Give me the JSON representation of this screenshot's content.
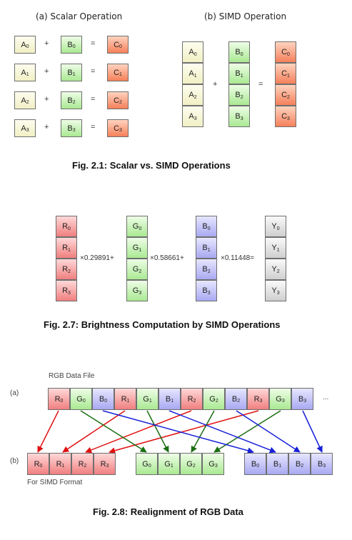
{
  "fig1": {
    "title_scalar": "(a) Scalar Operation",
    "title_simd": "(b) SIMD Operation",
    "plus": "+",
    "equals": "=",
    "a": [
      "A",
      "A",
      "A",
      "A"
    ],
    "b": [
      "B",
      "B",
      "B",
      "B"
    ],
    "c": [
      "C",
      "C",
      "C",
      "C"
    ],
    "subs": [
      "0",
      "1",
      "2",
      "3"
    ],
    "caption": "Fig. 2.1: Scalar vs. SIMD Operations"
  },
  "fig2": {
    "r": [
      "R",
      "R",
      "R",
      "R"
    ],
    "g": [
      "G",
      "G",
      "G",
      "G"
    ],
    "b": [
      "B",
      "B",
      "B",
      "B"
    ],
    "y": [
      "Y",
      "Y",
      "Y",
      "Y"
    ],
    "subs": [
      "0",
      "1",
      "2",
      "3"
    ],
    "coef_r": "×0.29891+",
    "coef_g": "×0.58661+",
    "coef_b": "×0.11448=",
    "caption": "Fig. 2.7: Brightness Computation by SIMD Operations"
  },
  "fig3": {
    "label_file": "RGB Data  File",
    "label_a": "(a)",
    "label_b": "(b)",
    "ellipsis": "...",
    "label_simd": "For SIMD Format",
    "top_letters": [
      "R",
      "G",
      "B",
      "R",
      "G",
      "B",
      "R",
      "G",
      "B",
      "R",
      "G",
      "B"
    ],
    "top_subs": [
      "0",
      "0",
      "0",
      "1",
      "1",
      "1",
      "2",
      "2",
      "2",
      "3",
      "3",
      "3"
    ],
    "bottom_r": [
      "R",
      "R",
      "R",
      "R"
    ],
    "bottom_g": [
      "G",
      "G",
      "G",
      "G"
    ],
    "bottom_b": [
      "B",
      "B",
      "B",
      "B"
    ],
    "subs": [
      "0",
      "1",
      "2",
      "3"
    ],
    "colors": {
      "red": "#e01010",
      "green": "#1a6e10",
      "blue": "#1820d8"
    },
    "caption": "Fig. 2.8: Realignment of RGB Data"
  }
}
